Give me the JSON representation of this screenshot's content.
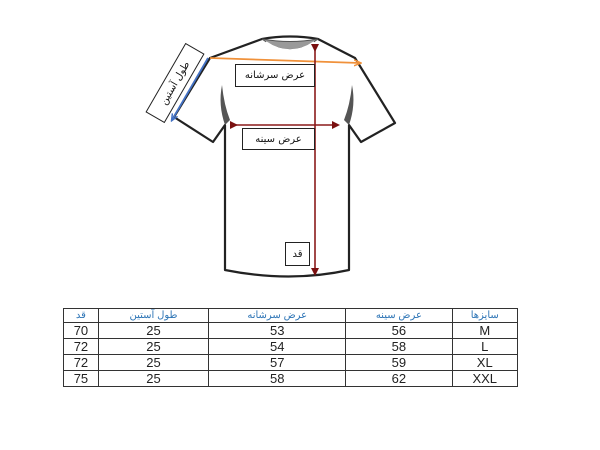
{
  "diagram": {
    "labels": {
      "shoulder_width": "عرض سرشانه",
      "chest_width": "عرض سینه",
      "sleeve_length": "طول آستین",
      "height": "قد"
    },
    "colors": {
      "shoulder_arrow": "#f0913a",
      "chest_arrow": "#8b1a1a",
      "height_arrow": "#8b1a1a",
      "sleeve_arrow": "#4472c4",
      "outline": "#222222",
      "collar": "#9a9a9a"
    }
  },
  "table": {
    "header_color": "#2e75b6",
    "headers": [
      "قد",
      "طول آستین",
      "عرض سرشانه",
      "عرض سینه",
      "سایزها"
    ],
    "rows": [
      {
        "height": "70",
        "sleeve": "25",
        "shoulder": "53",
        "chest": "56",
        "size": "M"
      },
      {
        "height": "72",
        "sleeve": "25",
        "shoulder": "54",
        "chest": "58",
        "size": "L"
      },
      {
        "height": "72",
        "sleeve": "25",
        "shoulder": "57",
        "chest": "59",
        "size": "XL"
      },
      {
        "height": "75",
        "sleeve": "25",
        "shoulder": "58",
        "chest": "62",
        "size": "XXL"
      }
    ]
  }
}
